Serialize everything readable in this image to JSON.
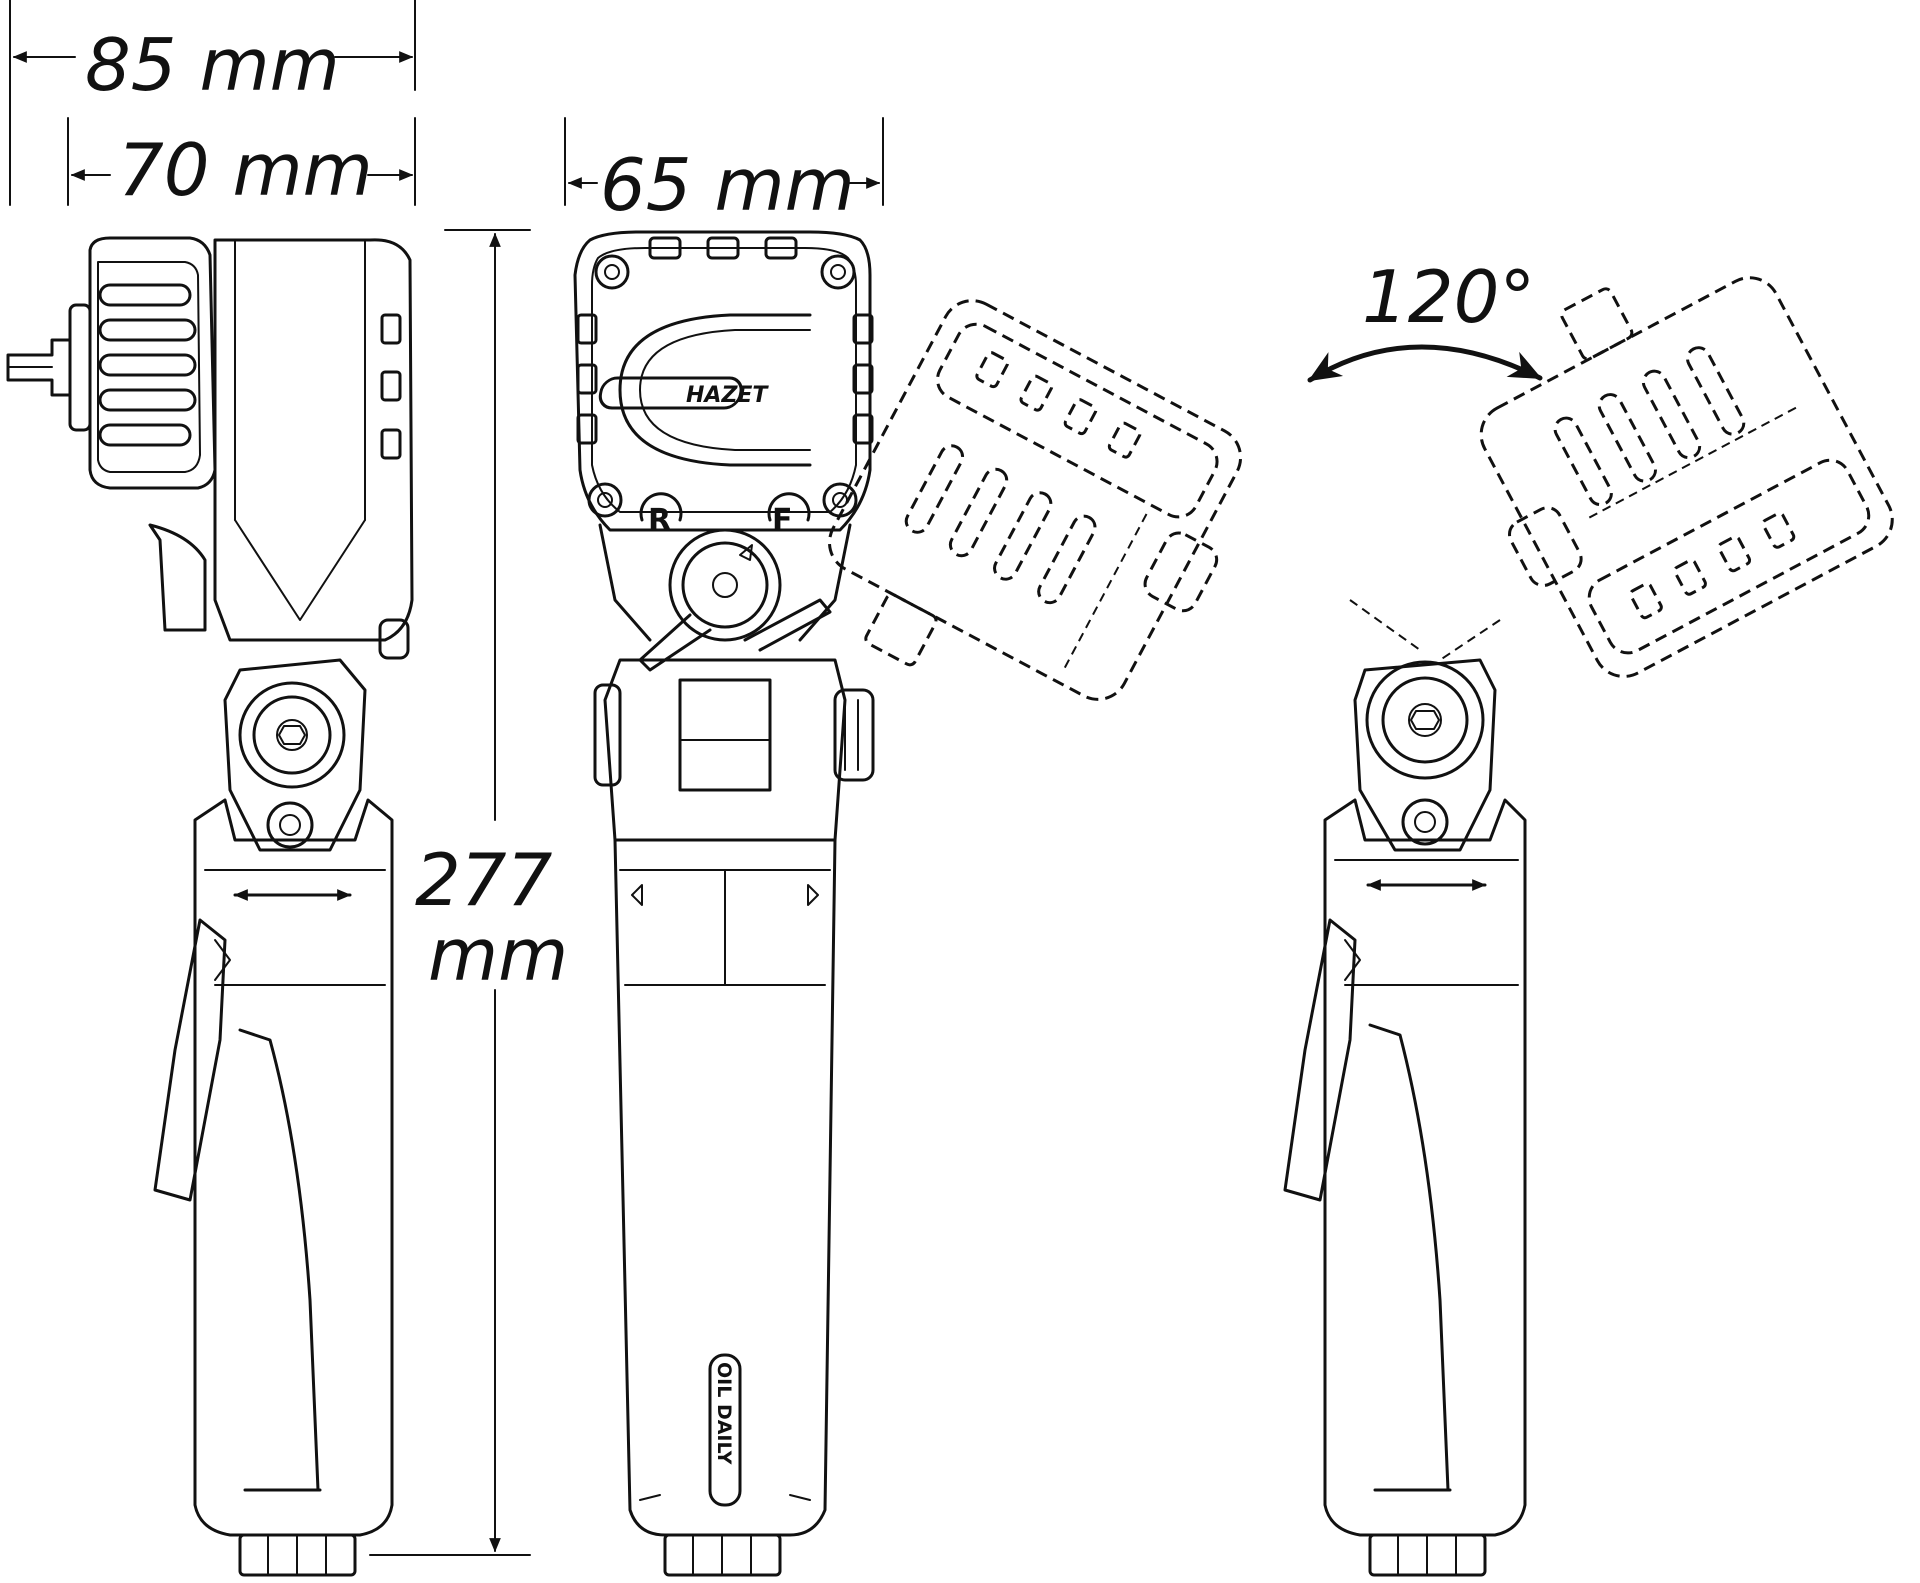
{
  "dimensions": {
    "width_total": "85 mm",
    "width_body": "70 mm",
    "width_front": "65 mm",
    "height_value": "277",
    "height_unit": "mm",
    "swivel_angle": "120°"
  },
  "labels": {
    "brand_logo": "HAZET",
    "reverse_marker": "R",
    "forward_marker": "F",
    "oil_notice": "OIL DAILY"
  },
  "colors": {
    "line": "#111111",
    "background": "#ffffff"
  }
}
